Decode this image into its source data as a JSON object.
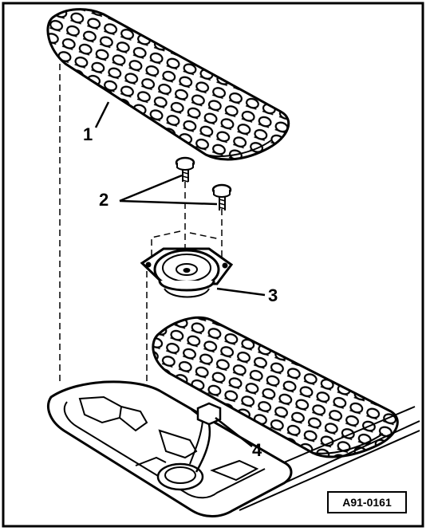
{
  "diagram": {
    "callouts": [
      {
        "id": "1",
        "label": "1"
      },
      {
        "id": "2",
        "label": "2"
      },
      {
        "id": "3",
        "label": "3"
      },
      {
        "id": "4",
        "label": "4"
      }
    ],
    "reference_code": "A91-0161"
  }
}
